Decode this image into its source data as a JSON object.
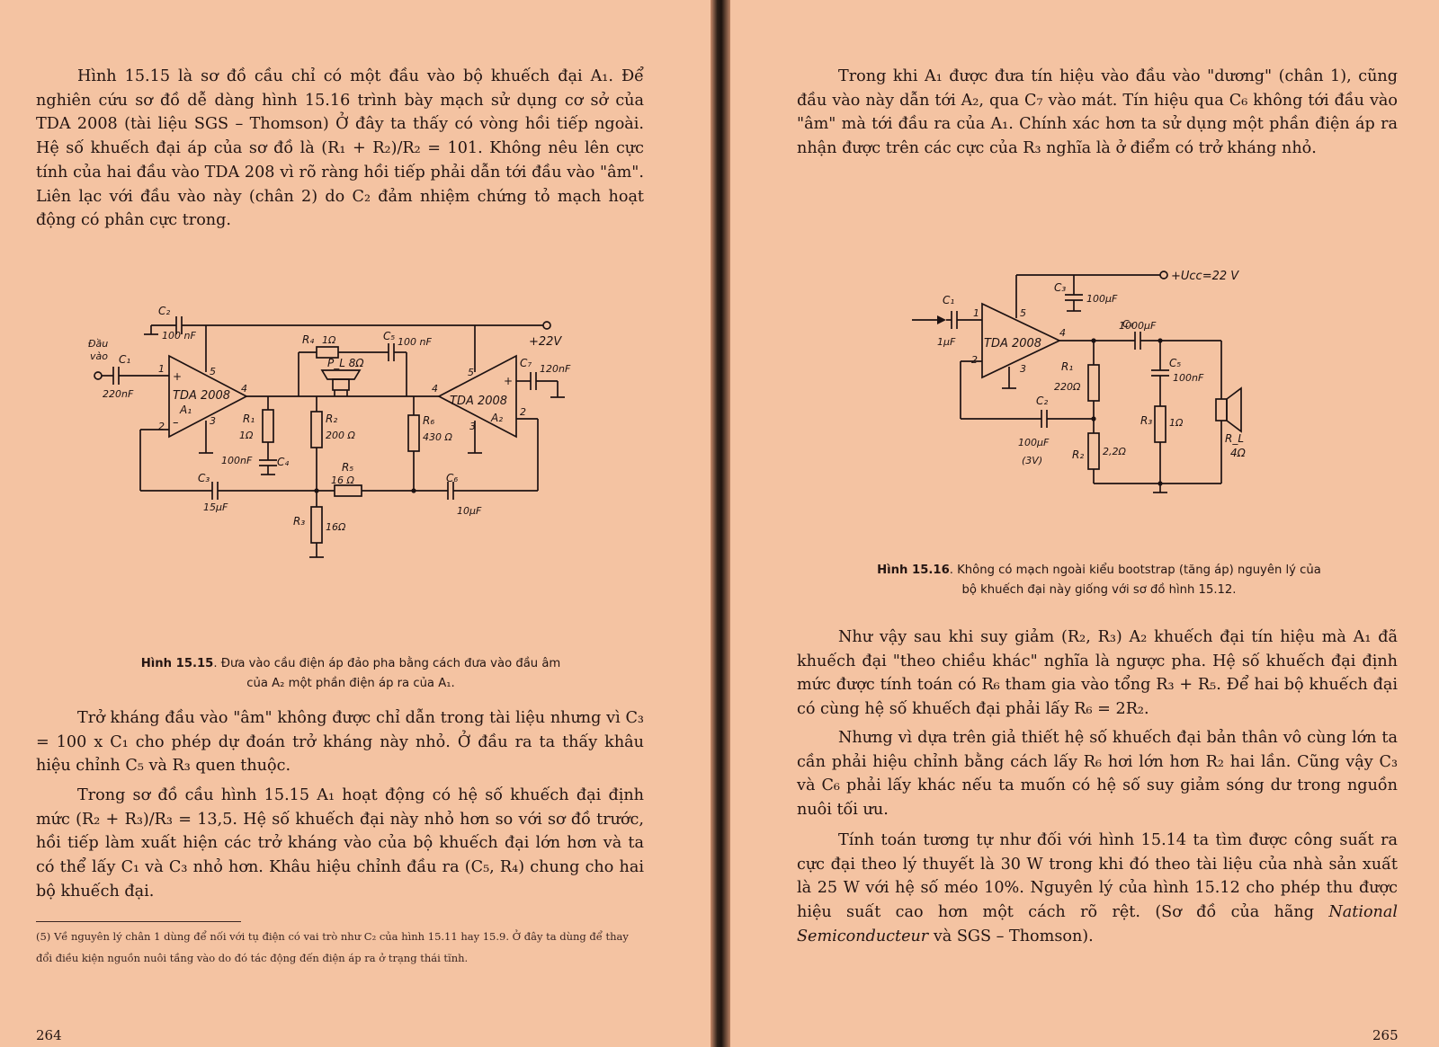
{
  "left_page": {
    "paragraph_1": "Hình 15.15 là sơ đồ cầu chỉ có một đầu vào bộ khuếch đại A₁. Để nghiên cứu sơ đồ dễ dàng hình 15.16 trình bày mạch sử dụng cơ sở của TDA 2008 (tài liệu SGS – Thomson) Ở đây ta thấy có vòng hồi tiếp ngoài. Hệ số khuếch đại áp của sơ đồ là (R₁ + R₂)/R₂ = 101. Không nêu lên cực tính của hai đầu vào TDA 208 vì rõ ràng hồi tiếp phải dẫn tới đầu vào \"âm\". Liên lạc với đầu vào này (chân 2) do C₂ đảm nhiệm chứng tỏ mạch hoạt động có phân cực trong.",
    "figure": {
      "input_label_1": "Đầu",
      "input_label_2": "vào",
      "supply": "+22V",
      "c1": "C₁",
      "c1_val": "220nF",
      "c2": "C₂",
      "c2_val": "100 nF",
      "c3": "C₃",
      "c3_val": "15µF",
      "c4": "C₄",
      "c4_val": "100nF",
      "c5": "C₅",
      "c5_val": "100 nF",
      "c6": "C₆",
      "c6_val": "10µF",
      "c7": "C₇",
      "c7_val": "120nF",
      "r1": "R₁",
      "r1_val": "1Ω",
      "r2": "R₂",
      "r2_val": "200 Ω",
      "r3": "R₃",
      "r3_val": "16Ω",
      "r4": "R₄",
      "r4_val": "1Ω",
      "r5": "R₅",
      "r5_val": "16 Ω",
      "r6": "R₆",
      "r6_val": "430 Ω",
      "speaker": "P_L 8Ω",
      "amp1_name": "TDA 2008",
      "amp1_id": "A₁",
      "amp2_name": "TDA 2008",
      "amp2_id": "A₂",
      "pin1": "1",
      "pin2": "2",
      "pin3": "3",
      "pin4": "4",
      "pin5": "5",
      "amp2_pin2": "2",
      "amp2_pin3": "3",
      "amp2_pin4": "4",
      "amp2_pin5": "5",
      "plus": "+",
      "minus": "–"
    },
    "caption_label": "Hình 15.15",
    "caption_line_1": ". Đưa vào cầu điện áp đảo pha bằng cách đưa vào đầu âm",
    "caption_line_2": "của A₂ một phần điện áp ra của A₁.",
    "paragraph_2": "Trở kháng đầu vào \"âm\" không được chỉ dẫn trong tài liệu nhưng vì C₃ = 100 x C₁ cho phép dự đoán trở kháng này nhỏ. Ở đầu ra ta thấy khâu hiệu chỉnh C₅ và R₃ quen thuộc.",
    "paragraph_3": "Trong sơ đồ cầu hình 15.15 A₁ hoạt động có hệ số khuếch đại định mức (R₂ + R₃)/R₃ = 13,5. Hệ số khuếch đại này nhỏ hơn so với sơ đồ trước, hồi tiếp làm xuất hiện các trở kháng vào của bộ khuếch đại lớn hơn và ta có thể lấy C₁ và C₃ nhỏ hơn. Khâu hiệu chỉnh đầu ra (C₅, R₄) chung cho hai bộ khuếch đại.",
    "footnote": "(5) Về nguyên lý chân 1 dùng để nối với tụ điện có vai trò như C₂ của hình 15.11 hay 15.9. Ở đây ta dùng để thay đổi điều kiện nguồn nuôi tầng vào do đó tác động đến điện áp ra ở trạng thái tĩnh.",
    "page_number": "264"
  },
  "right_page": {
    "paragraph_1": "Trong khi A₁ được đưa tín hiệu vào đầu vào \"dương\" (chân 1), cũng đầu vào này dẫn tới A₂, qua C₇ vào mát. Tín hiệu qua C₆ không tới đầu vào \"âm\" mà tới đầu ra của A₁. Chính xác hơn ta sử dụng một phần điện áp ra nhận được trên các cực của R₃ nghĩa là ở điểm có trở kháng nhỏ.",
    "figure": {
      "supply": "+Ucc=22 V",
      "c1": "C₁",
      "c1_val": "1µF",
      "c2": "C₂",
      "c2_val": "100µF",
      "c2_note": "(3V)",
      "c3": "C₃",
      "c3_val": "100µF",
      "c4": "C₄",
      "c4_val": "1000µF",
      "c5": "C₅",
      "c5_val": "100nF",
      "r1": "R₁",
      "r1_val": "220Ω",
      "r2": "R₂",
      "r2_val": "2,2Ω",
      "r3": "R₃",
      "r3_val": "1Ω",
      "rl": "R_L",
      "rl_val": "4Ω",
      "amp_name": "TDA 2008",
      "pin1": "1",
      "pin2": "2",
      "pin3": "3",
      "pin4": "4",
      "pin5": "5"
    },
    "caption_label": "Hình 15.16",
    "caption_line_1": ". Không có mạch ngoài kiểu bootstrap (tăng áp) nguyên lý của",
    "caption_line_2": "bộ khuếch đại này giống với sơ đồ hình 15.12.",
    "paragraph_2": "Như vậy sau khi suy giảm (R₂, R₃) A₂ khuếch đại tín hiệu mà A₁ đã khuếch đại \"theo chiều khác\" nghĩa là ngược pha. Hệ số khuếch đại định mức được tính toán có R₆ tham gia vào tổng R₃ + R₅. Để hai bộ khuếch đại có cùng hệ số khuếch đại phải lấy R₆ = 2R₂.",
    "paragraph_3": "Nhưng vì dựa trên giả thiết hệ số khuếch đại bản thân vô cùng lớn ta cần phải hiệu chỉnh bằng cách lấy R₆ hơi lớn hơn R₂ hai lần. Cũng vậy C₃ và C₆ phải lấy khác nếu ta muốn có hệ số suy giảm sóng dư trong nguồn nuôi tối ưu.",
    "paragraph_4": "Tính toán tương tự như đối với hình 15.14 ta tìm được công suất ra cực đại theo lý thuyết là 30 W trong khi đó theo tài liệu của nhà sản xuất là 25 W với hệ số méo 10%. Nguyên lý của hình 15.12 cho phép thu được hiệu suất cao hơn một cách rõ rệt. (Sơ đồ của hãng",
    "paragraph_4_italic": "National Semiconducteur",
    "paragraph_4_end": " và SGS – Thomson).",
    "page_number": "265"
  }
}
